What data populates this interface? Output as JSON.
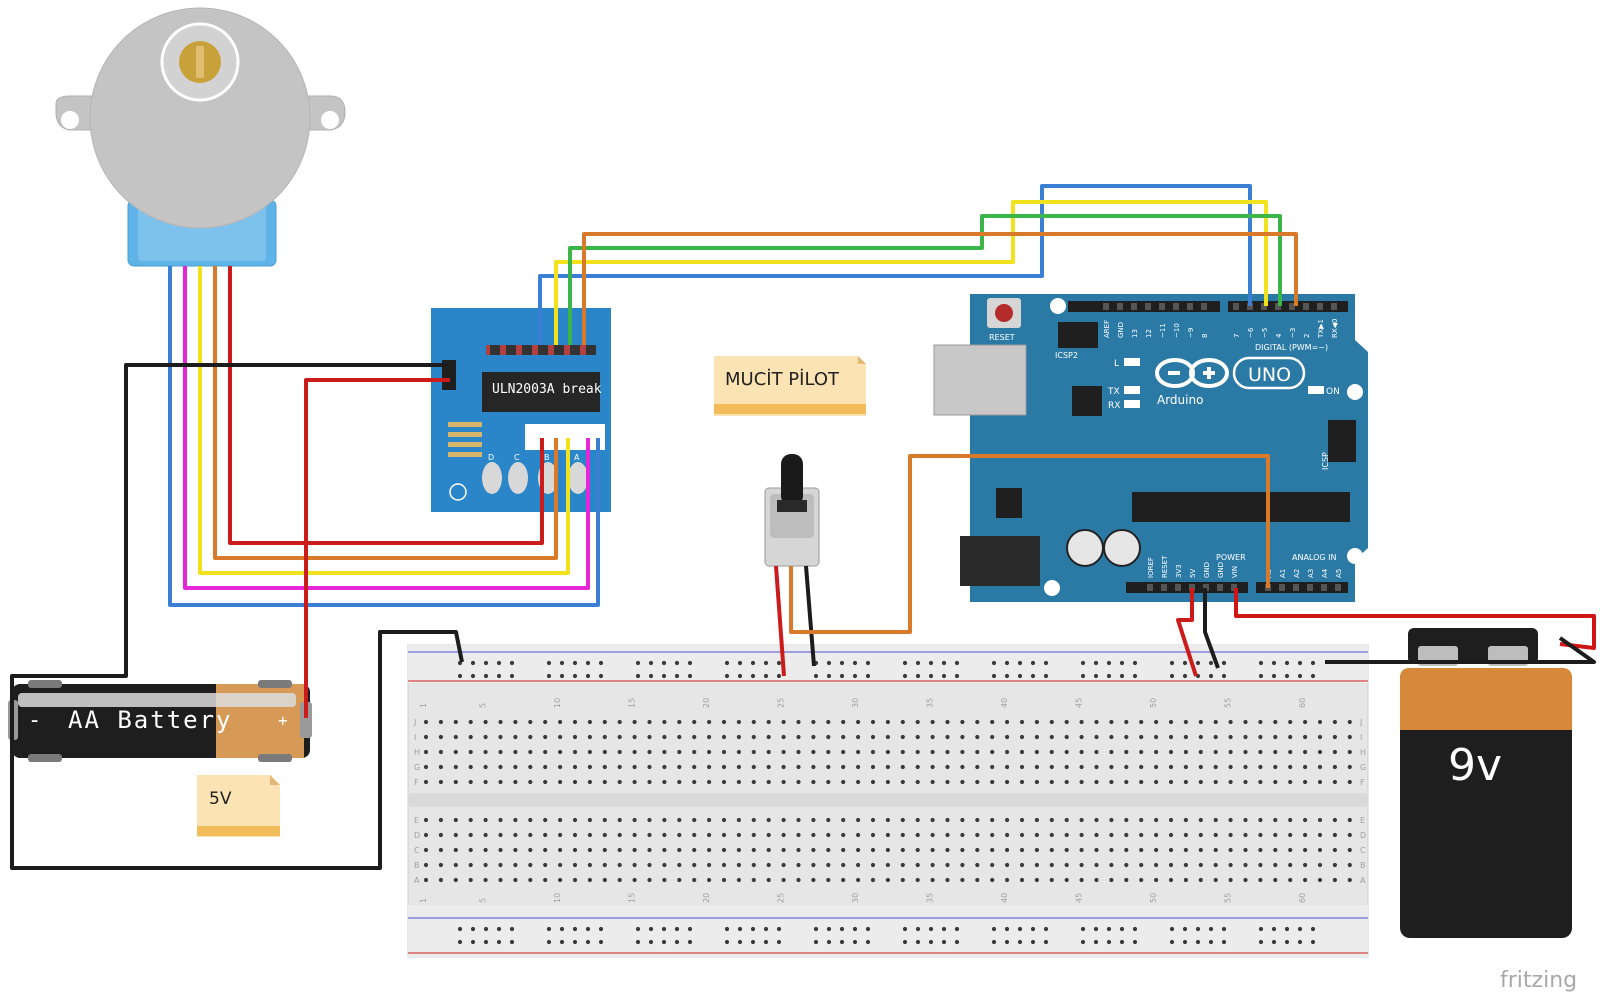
{
  "notes": {
    "pilot": "MUCİT PİLOT",
    "voltage": "5V"
  },
  "aa_battery": {
    "label": "AA Battery",
    "minus": "-",
    "plus": "+"
  },
  "battery_9v": {
    "label": "9v"
  },
  "driver_board": {
    "chip_label": "ULN2003A break",
    "led_labels": [
      "D",
      "C",
      "B",
      "A"
    ]
  },
  "arduino": {
    "brand": "Arduino",
    "model": "UNO",
    "reset": "RESET",
    "icsp2": "ICSP2",
    "icsp": "ICSP",
    "led_l": "L",
    "led_tx": "TX",
    "led_rx": "RX",
    "on": "ON",
    "digital": "DIGITAL (PWM=~)",
    "power": "POWER",
    "analog": "ANALOG IN",
    "top_pins": [
      "AREF",
      "GND",
      "13",
      "12",
      "~11",
      "~10",
      "~9",
      "8",
      "7",
      "~6",
      "~5",
      "4",
      "~3",
      "2",
      "TX▶1",
      "RX◀0"
    ],
    "power_pins": [
      "IOREF",
      "RESET",
      "3V3",
      "5V",
      "GND",
      "GND",
      "VIN"
    ],
    "analog_pins": [
      "A0",
      "A1",
      "A2",
      "A3",
      "A4",
      "A5"
    ]
  },
  "breadboard": {
    "column_numbers": [
      "1",
      "5",
      "10",
      "15",
      "20",
      "25",
      "30",
      "35",
      "40",
      "45",
      "50",
      "55",
      "60"
    ],
    "row_letters_top": [
      "J",
      "I",
      "H",
      "G",
      "F"
    ],
    "row_letters_bottom": [
      "E",
      "D",
      "C",
      "B",
      "A"
    ]
  },
  "watermark": "fritzing",
  "colors": {
    "board_blue": "#2a86c8",
    "arduino_teal": "#2b7aa6",
    "wire_red": "#cc1b1b",
    "wire_black": "#1c1c1c",
    "wire_orange": "#d97a2b",
    "wire_yellow": "#f2e21d",
    "wire_green": "#3bb54a",
    "wire_blue": "#3a7fd4",
    "wire_pink": "#f072d1",
    "wire_magenta": "#e626d9",
    "note_fill": "#fbe3b3"
  }
}
